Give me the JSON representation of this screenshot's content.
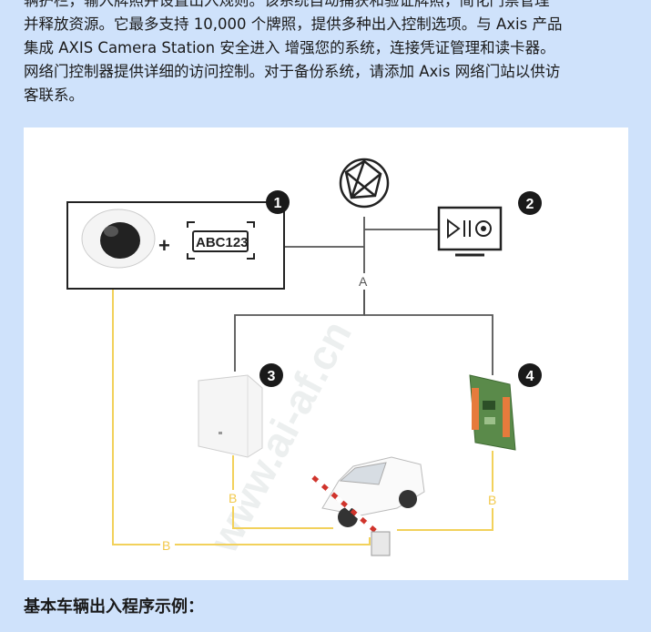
{
  "article": {
    "lines": [
      "辆护栏，输入牌照并设置出入规则。该系统自动捕获和验证牌照，简化门禁管理",
      "并释放资源。它最多支持 10,000 个牌照，提供多种出入控制选项。与 Axis 产品",
      "集成 AXIS Camera Station 安全进入 增强您的系统，连接凭证管理和读卡器。",
      "网络门控制器提供详细的访问控制。对于备份系统，请添加 Axis 网络门站以供访",
      "客联系。"
    ],
    "caption": "基本车辆出入程序示例："
  },
  "diagram": {
    "badges": [
      "1",
      "2",
      "3",
      "4"
    ],
    "plate_text": "ABC123",
    "plus": "+",
    "line_a_label": "A",
    "line_b_labels": [
      "B",
      "B",
      "B"
    ],
    "watermark": "www.ai-af.cn",
    "colors": {
      "network_line": "#555555",
      "io_line": "#f2d15b",
      "badge": "#1a1a1a",
      "barrier_red": "#d0342c"
    }
  }
}
